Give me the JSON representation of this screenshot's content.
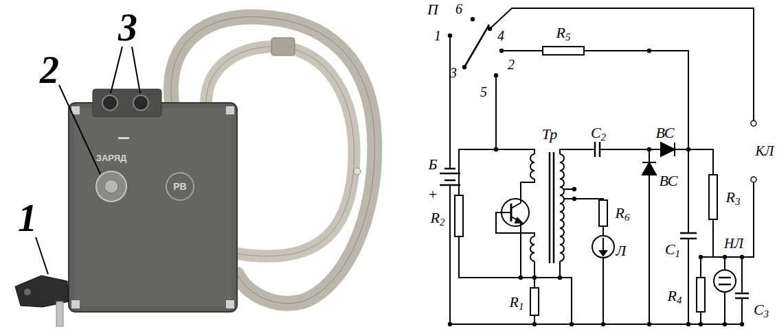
{
  "diagram": {
    "labels": [
      "3",
      "2",
      "1",
      "ЗАРЯД",
      "РВ",
      "П",
      "6",
      "1",
      "4",
      "2",
      "3",
      "5",
      "R5",
      "Б",
      "+",
      "Тр",
      "C2",
      "ВС",
      "ВС",
      "КЛ",
      "R2",
      "R6",
      "Л",
      "R3",
      "C1",
      "НЛ",
      "R1",
      "R4",
      "C3"
    ]
  }
}
